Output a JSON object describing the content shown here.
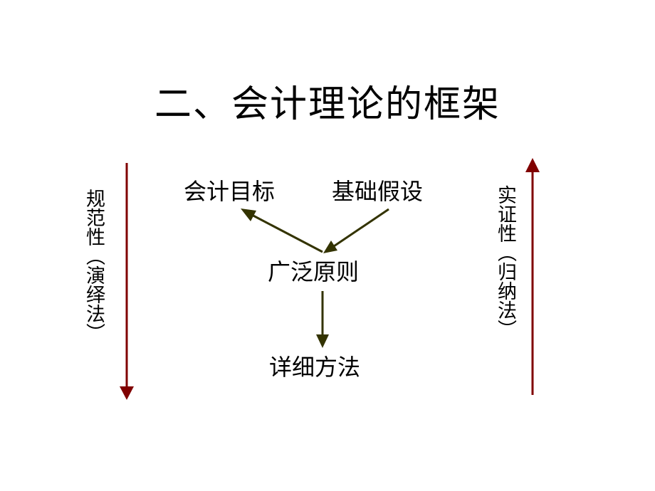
{
  "title": "二、会计理论的框架",
  "nodes": {
    "goal": "会计目标",
    "assumption": "基础假设",
    "principle": "广泛原则",
    "method": "详细方法"
  },
  "side_labels": {
    "left": "规范性（演绎法）",
    "right": "实证性（归纳法）"
  },
  "colors": {
    "flow_arrow": "#333300",
    "side_arrow": "#800000",
    "text": "#000000",
    "background": "#ffffff"
  }
}
